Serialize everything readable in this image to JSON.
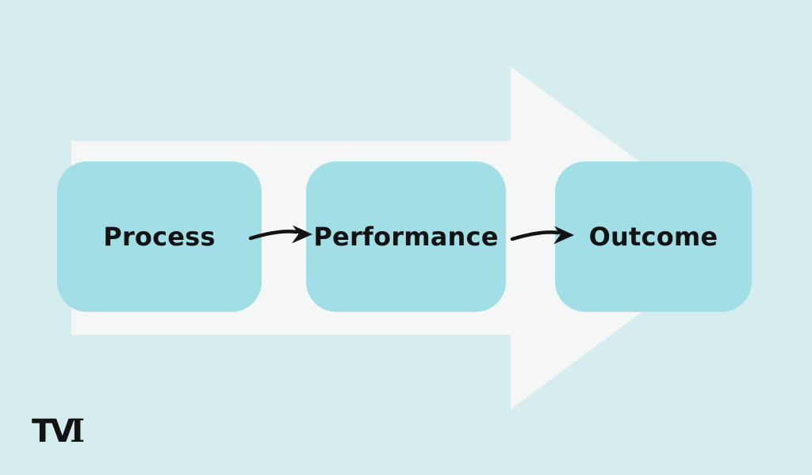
{
  "theme": {
    "bg": "#d6edef",
    "arrow": "#f5f6f6",
    "box": "#a2dee6",
    "ink": "#131313"
  },
  "diagram": {
    "background_shape_icon": "large-right-arrow-shape",
    "steps": [
      {
        "label": "Process"
      },
      {
        "label": "Performance"
      },
      {
        "label": "Outcome"
      }
    ],
    "connectors": [
      {
        "icon": "hand-drawn-arrow-right-icon"
      },
      {
        "icon": "hand-drawn-arrow-right-icon"
      }
    ]
  },
  "logo": {
    "text": "TVI",
    "part_sans": "TV",
    "part_serif": "I"
  }
}
